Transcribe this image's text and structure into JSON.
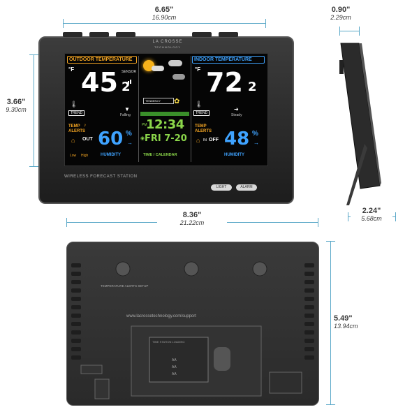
{
  "dimensions": {
    "front_width": {
      "in": "6.65\"",
      "cm": "16.90cm"
    },
    "front_height": {
      "in": "3.66\"",
      "cm": "9.30cm"
    },
    "side_depth": {
      "in": "0.90\"",
      "cm": "2.29cm"
    },
    "stand_depth": {
      "in": "2.24\"",
      "cm": "5.68cm"
    },
    "back_width": {
      "in": "8.36\"",
      "cm": "21.22cm"
    },
    "back_height": {
      "in": "5.49\"",
      "cm": "13.94cm"
    }
  },
  "device": {
    "brand_line1": "LA CROSSE",
    "brand_line2": "TECHNOLOGY",
    "station_label": "WIRELESS FORECAST STATION",
    "button_left": "LIGHT",
    "button_right": "ALARM"
  },
  "outdoor": {
    "header": "OUTDOOR TEMPERATURE",
    "unit": "°F",
    "temp_main": "45",
    "temp_decimal": "2",
    "sensor_label": "SENSOR",
    "trend_label": "TREND",
    "trend_text": "Falling",
    "alerts_label_1": "TEMP",
    "alerts_label_2": "ALERTS",
    "out_label": "OUT",
    "low_label": "Low",
    "high_label": "High",
    "humidity_value": "60",
    "humidity_unit": "%",
    "humidity_label": "HUMIDITY"
  },
  "center": {
    "tendency_label": "TENDENCY",
    "time_value": "12:34",
    "pm_label": "PM",
    "date_value": "FRI 7-20",
    "time_label": "TIME / CALENDAR"
  },
  "indoor": {
    "header": "INDOOR TEMPERATURE",
    "unit": "°F",
    "temp_main": "72",
    "temp_decimal": "2",
    "trend_label": "TREND",
    "trend_text": "Steady",
    "alerts_label_1": "TEMP",
    "alerts_label_2": "ALERTS",
    "in_label": "IN",
    "off_label": "OFF",
    "humidity_value": "48",
    "humidity_unit": "%",
    "humidity_label": "HUMIDITY"
  },
  "back": {
    "website": "www.lacrossetechnology.com/support",
    "setup_title": "TEMPERATURE ALERTS SETUP",
    "battery_title": "TIME STATION LOADING",
    "aa_label": "AA",
    "colors": {
      "accent": "#5aa8c8",
      "lcd_bg": "#050505",
      "outdoor": "#f5a623",
      "indoor": "#3fa3ff"
    }
  }
}
